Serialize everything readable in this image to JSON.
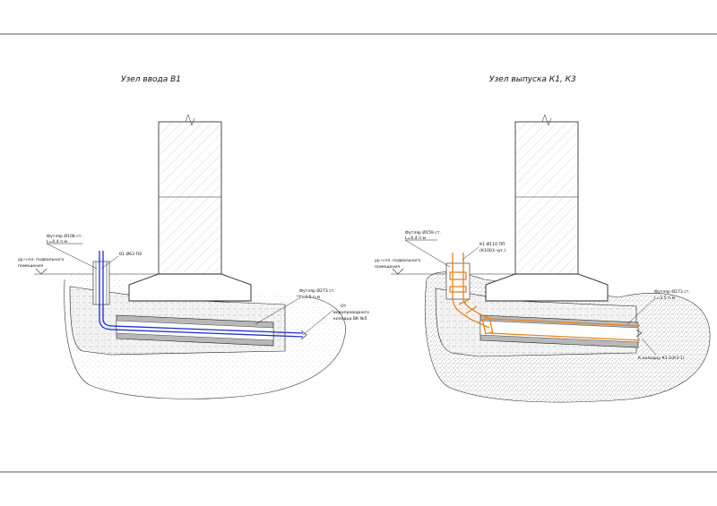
{
  "colors": {
    "water_pipe": "#1f2fd6",
    "sewer_pipe": "#e8821a",
    "line": "#222222",
    "sleeve_fill": "#b8b8b8"
  },
  "left": {
    "title": "Узел ввода В1",
    "floor_label_1": "ур.ч.пл. подвального",
    "floor_label_2": "помещения",
    "casing_top_1": "Футляр Ø108 ст.",
    "casing_top_2": "L=0,4 п.м",
    "pipe_label": "В1 Ø63 ПЭ",
    "casing_main_1": "Футляр Ø273 ст.",
    "casing_main_2": "L=2,5 п.м",
    "from_1": "От",
    "from_2": "водопроводного",
    "from_3": "колодца ВК №5"
  },
  "right": {
    "title": "Узел выпуска К1, К3",
    "floor_label_1": "ур.ч.пл. подвального",
    "floor_label_2": "помещения",
    "casing_top_1": "Футляр Ø159 ст.",
    "casing_top_2": "L=0,4 п.м",
    "pipe_label_1": "К1 Ø110 ПП",
    "pipe_label_2": "(К1003 чуг.)",
    "casing_main_1": "Футляр Ø273 ст.",
    "casing_main_2": "L=2,5 п.м",
    "bottom_label": "К колодцу К1-1(К3-1)"
  }
}
